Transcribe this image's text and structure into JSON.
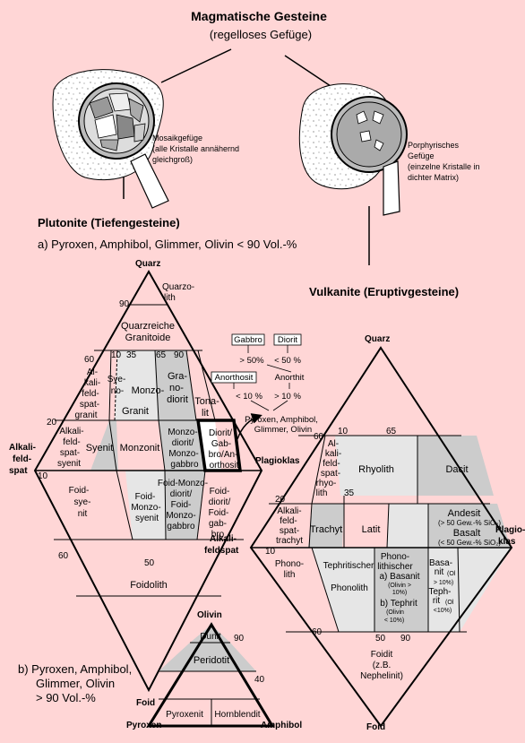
{
  "title": "Magmatische Gesteine",
  "subtitle": "(regelloses Gefüge)",
  "lens_left": {
    "l1": "Mosaikgefüge",
    "l2": "(alle Kristalle annähernd",
    "l3": "gleichgroß)"
  },
  "lens_right": {
    "l1": "Porphyrisches",
    "l2": "Gefüge",
    "l3": "(einzelne Kristalle in",
    "l4": "dichter Matrix)"
  },
  "plutonite_title": "Plutonite (Tiefengesteine)",
  "condition_a": "a) Pyroxen, Amphibol, Glimmer, Olivin < 90 Vol.-%",
  "vulkanite_title": "Vulkanite (Eruptivgesteine)",
  "condition_b": [
    "b) Pyroxen, Amphibol,",
    "Glimmer, Olivin",
    "> 90 Vol.-%"
  ],
  "plutonic": {
    "apex_top": "Quarz",
    "apex_left": [
      "Alkali-",
      "feld-",
      "spat"
    ],
    "apex_right": "Plagioklas",
    "apex_bottom": "Foid",
    "ticks": {
      "t90": "90",
      "t60": "60",
      "t20": "20",
      "t10": "10",
      "t60b": "60",
      "t10x": "10",
      "t35": "35",
      "t65": "65",
      "t90x": "90",
      "t50": "50"
    },
    "fields": {
      "quarzolith": [
        "Quarzo-",
        "lith"
      ],
      "quarzreiche": [
        "Quarzreiche",
        "Granitoide"
      ],
      "alkalifeldspatgranit": [
        "Al-",
        "kali-",
        "feld-",
        "spat-",
        "granit"
      ],
      "syenogranit": [
        "Sye-",
        "no-"
      ],
      "monzogranit": "Monzo-",
      "granit": "Granit",
      "granodiorit": [
        "Gra-",
        "no-",
        "diorit"
      ],
      "tonalit": [
        "Tona-",
        "lit"
      ],
      "alkalifeldspatsyenit": [
        "Alkali-",
        "feld-",
        "spat-",
        "syenit"
      ],
      "syenit": "Syenit",
      "monzonit": "Monzonit",
      "monzodiorit": [
        "Monzo-",
        "diorit/",
        "Monzo-",
        "gabbro"
      ],
      "diorit": [
        "Diorit/",
        "Gab-",
        "bro/An-",
        "orthosit"
      ],
      "foidsyenit": [
        "Foid-",
        "sye-",
        "nit"
      ],
      "foidmonzosyenit": [
        "Foid-",
        "Monzo-",
        "syenit"
      ],
      "foidmonzodiorit": [
        "Foid-Monzo-",
        "diorit/",
        "Foid-",
        "Monzo-",
        "gabbro"
      ],
      "foiddiorit": [
        "Foid-",
        "diorit/",
        "Foid-",
        "gab-",
        "bro"
      ],
      "foidolith": "Foidolith"
    }
  },
  "gabbro_box": {
    "gabbro": "Gabbro",
    "diorit": "Diorit",
    "gabbro_val": "> 50%",
    "diorit_val": "< 50 %",
    "anorthosit": "Anorthosit",
    "anorthit": "Anorthit",
    "ano_val1": "< 10 %",
    "ano_val2": "> 10 %",
    "minerals": [
      "Pyroxen, Amphibol,",
      "Glimmer, Olivin"
    ]
  },
  "volcanic": {
    "apex_top": "Quarz",
    "apex_left": [
      "Alkali-",
      "feldspat"
    ],
    "apex_right": [
      "Plagio-",
      "klas"
    ],
    "apex_bottom": "Foid",
    "ticks": {
      "t60": "60",
      "t20": "20",
      "t10": "10",
      "t60b": "60",
      "t10x": "10",
      "t65": "65",
      "t35": "35",
      "t50": "50",
      "t90": "90"
    },
    "fields": {
      "alkalifeldspatrhyolith": [
        "Al-",
        "kali-",
        "feld-",
        "spat-",
        "rhyo-",
        "lith"
      ],
      "rhyolith": "Rhyolith",
      "dacit": "Dacit",
      "alkalifeldspattrachyt": [
        "Alkali-",
        "feld-",
        "spat-",
        "trachyt"
      ],
      "trachyt": "Trachyt",
      "latit": "Latit",
      "andesit": "Andesit",
      "andesit_note": "(> 50 Gew.-% SiO₂)",
      "basalt": "Basalt",
      "basalt_note": "(< 50 Gew.-% SiO₂)",
      "phonolith_left": [
        "Phono-",
        "lith"
      ],
      "tephritischer": "Tephritischer",
      "phonolith": "Phonolith",
      "phonolithischer": [
        "Phono-",
        "lithischer"
      ],
      "basanit_a": "a) Basanit",
      "basanit_a_note": [
        "(Olivin >",
        "10%)"
      ],
      "tephrit_b": "b) Tephrit",
      "tephrit_b_note": [
        "(Olivin",
        "< 10%)"
      ],
      "basanit_right": [
        "Basa-",
        "nit",
        "> 10%)"
      ],
      "basanit_right_note": "(Ol",
      "tephrit_right": [
        "Teph-",
        "rit",
        "<10%)"
      ],
      "tephrit_right_note": "(Ol",
      "foidit": [
        "Foidit",
        "(z.B.",
        "Nephelinit)"
      ]
    }
  },
  "ultramafic": {
    "apex_top": "Olivin",
    "apex_left": "Pyroxen",
    "apex_right": "Amphibol",
    "ticks": {
      "t90": "90",
      "t40": "40"
    },
    "fields": {
      "dunit": "Dunit",
      "peridotit": "Peridotit",
      "pyroxenit": "Pyroxenit",
      "hornblendit": "Hornblendit"
    }
  }
}
